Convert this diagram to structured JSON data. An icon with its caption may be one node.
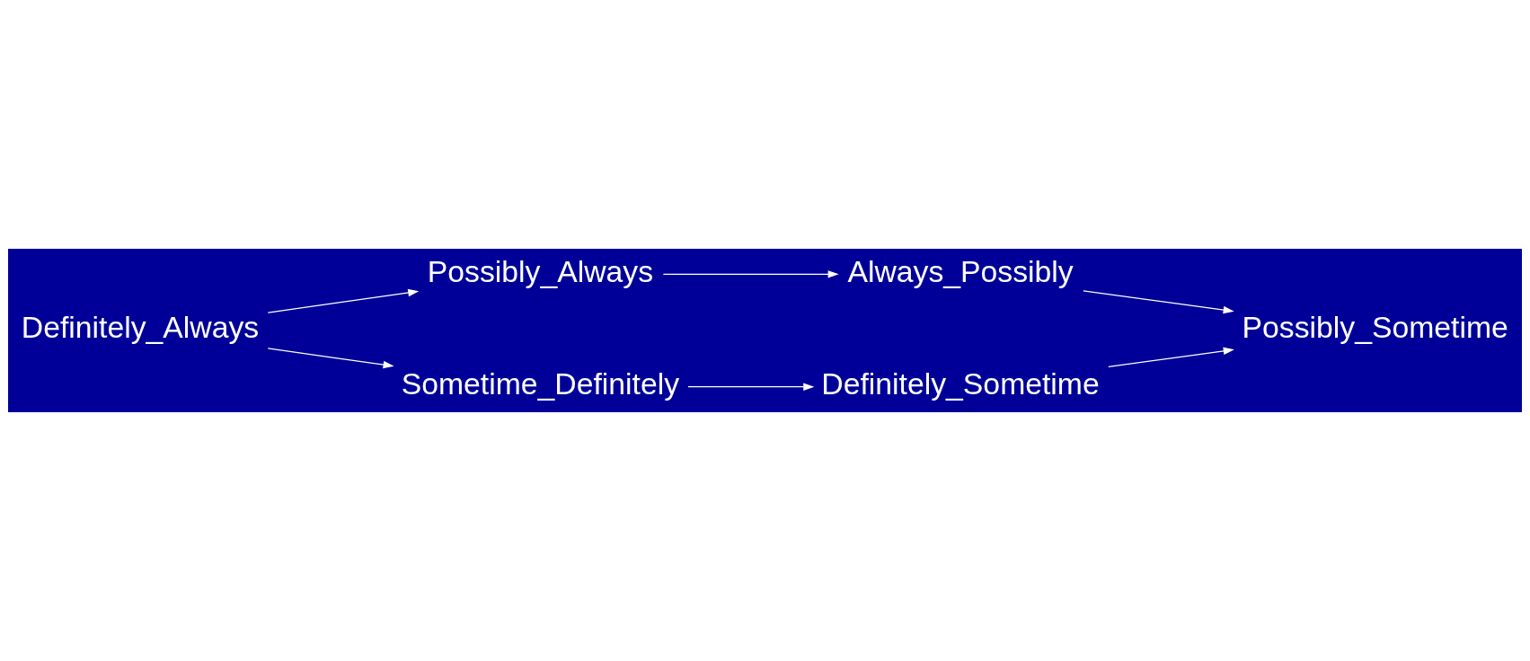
{
  "diagram": {
    "nodes": [
      {
        "text": [
          "Possibly_Always"
        ]
      },
      {
        "text": [
          "Always_Possibly"
        ]
      },
      {
        "text": [
          "Definitely_Always"
        ]
      },
      {
        "text": [
          "Possibly_Sometime"
        ]
      },
      {
        "text": [
          "Sometime_Definitely"
        ]
      },
      {
        "text": [
          "Definitely_Sometime"
        ]
      }
    ],
    "edges": [
      {
        "from": 2,
        "to": 0,
        "arrow": "to"
      },
      {
        "from": 0,
        "to": 1,
        "arrow": "to"
      },
      {
        "from": 1,
        "to": 3,
        "arrow": "to"
      },
      {
        "from": 2,
        "to": 4,
        "arrow": "to"
      },
      {
        "from": 4,
        "to": 5,
        "arrow": "to"
      },
      {
        "from": 5,
        "to": 3,
        "arrow": "to"
      }
    ]
  }
}
